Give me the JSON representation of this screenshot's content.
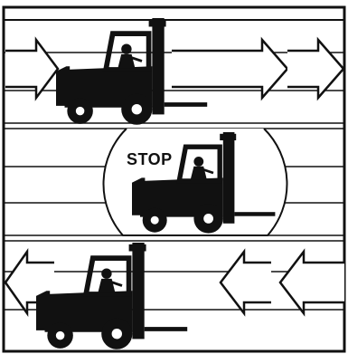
{
  "stop_sign": {
    "text": "STOP"
  },
  "panels": [
    {
      "name": "top",
      "arrow_direction": "right"
    },
    {
      "name": "middle",
      "action": "stop"
    },
    {
      "name": "bottom",
      "arrow_direction": "left"
    }
  ],
  "colors": {
    "ink": "#111111",
    "paper": "#ffffff"
  }
}
